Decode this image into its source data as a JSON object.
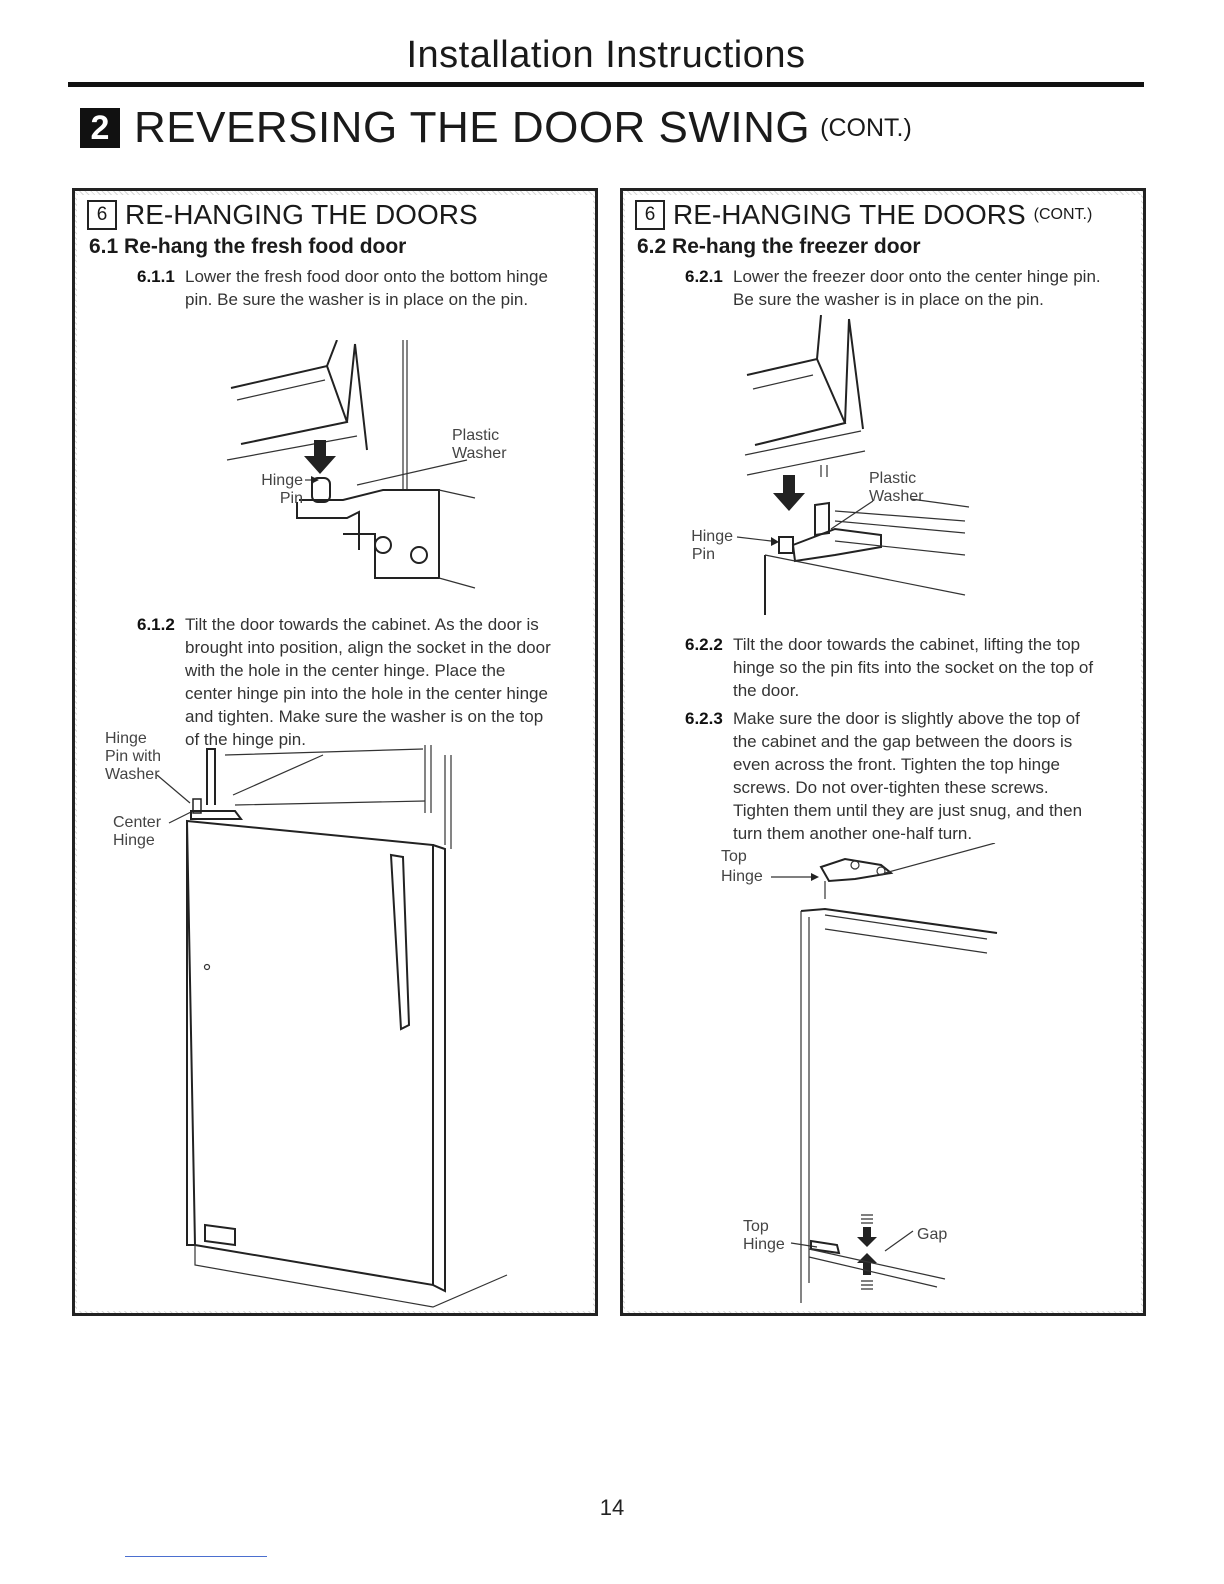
{
  "header": {
    "title": "Installation Instructions"
  },
  "section": {
    "number": "2",
    "title": "REVERSING THE DOOR SWING",
    "cont": "(CONT.)"
  },
  "left": {
    "step_number": "6",
    "step_title": "RE-HANGING THE DOORS",
    "subtitle": "6.1 Re-hang the fresh food door",
    "p1": {
      "num": "6.1.1",
      "text": "Lower the fresh food door onto the bottom hinge pin. Be sure the washer is in place on the pin."
    },
    "fig1": {
      "plastic": "Plastic",
      "washer": "Washer",
      "hinge": "Hinge",
      "pin": "Pin"
    },
    "p2": {
      "num": "6.1.2",
      "text": "Tilt the door towards the cabinet. As the door is brought into position, align the socket in the door with the hole in the center hinge. Place the center hinge pin into the hole in the center hinge and tighten. Make sure the washer is on the top of the hinge pin."
    },
    "fig2": {
      "hinge": "Hinge",
      "pin_with": "Pin with",
      "washer": "Washer",
      "center": "Center",
      "center_hinge": "Hinge"
    }
  },
  "right": {
    "step_number": "6",
    "step_title": "RE-HANGING THE DOORS",
    "step_cont": "(CONT.)",
    "subtitle": "6.2 Re-hang the freezer door",
    "p1": {
      "num": "6.2.1",
      "text": "Lower the freezer door onto the center hinge pin. Be sure the washer is in place on the pin."
    },
    "fig1": {
      "plastic": "Plastic",
      "washer": "Washer",
      "hinge": "Hinge",
      "pin": "Pin"
    },
    "p2": {
      "num": "6.2.2",
      "text": "Tilt the door towards the cabinet, lifting the top hinge so the pin fits into the socket on the top of the door."
    },
    "p3": {
      "num": "6.2.3",
      "text": "Make sure the door is slightly above the top of the cabinet and the gap between the doors is even across the front. Tighten the top hinge screws. Do not over-tighten these screws. Tighten them until they are just snug, and then turn them another one-half turn."
    },
    "fig2": {
      "top": "Top",
      "hinge": "Hinge"
    },
    "fig3": {
      "top": "Top",
      "hinge": "Hinge",
      "gap": "Gap"
    }
  },
  "footer": {
    "page_number": "14"
  }
}
